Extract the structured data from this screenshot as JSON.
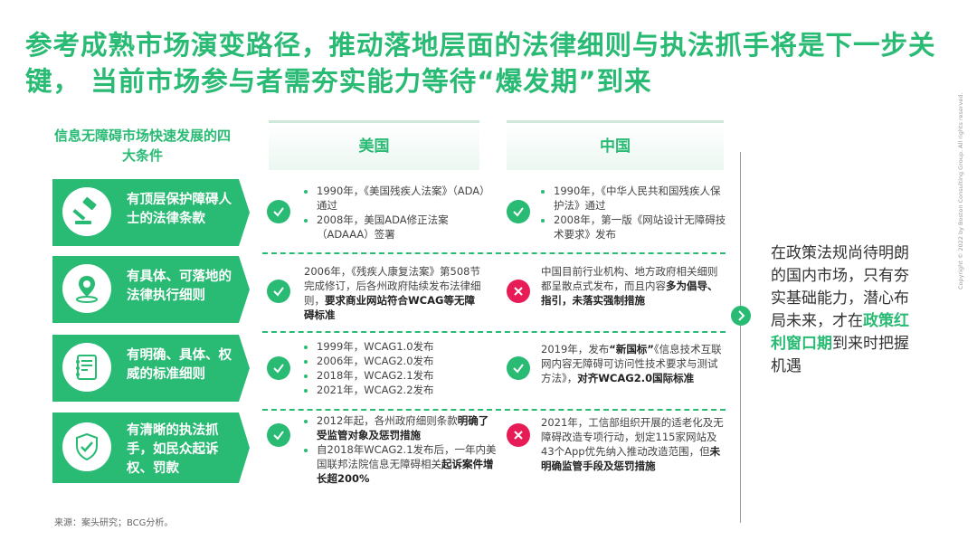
{
  "title": "参考成熟市场演变路径，推动落地层面的法律细则与执法抓手将是下一步关键， 当前市场参与者需夯实能力等待“爆发期”到来",
  "conditions_header": "信息无障碍市场快速发展的四大条件",
  "columns": {
    "usa": "美国",
    "china": "中国"
  },
  "rows": [
    {
      "condition": "有顶层保护障碍人士的法律条款",
      "icon": "gavel-icon",
      "usa_mark": "check",
      "usa_items": [
        "1990年，《美国残疾人法案》（ADA）通过",
        "2008年，美国ADA修正法案（ADAAA）签署"
      ],
      "china_mark": "check",
      "china_items": [
        "1990年，《中华人民共和国残疾人保护法》通过",
        "2008年，第一版《网站设计无障碍技术要求》发布"
      ]
    },
    {
      "condition": "有具体、可落地的法律执行细则",
      "icon": "location-pin-icon",
      "usa_mark": "check",
      "usa_text": {
        "plain": "2006年，《残疾人康复法案》第508节完成修订，后各州政府陆续发布法律细则，",
        "bold": "要求商业网站符合WCAG等无障碍标准"
      },
      "china_mark": "cross",
      "china_text": {
        "plain": "中国目前行业机构、地方政府相关细则都呈散点式发布，而且内容",
        "bold": "多为倡导、指引，未落实强制措施"
      }
    },
    {
      "condition": "有明确、具体、权威的标准细则",
      "icon": "document-icon",
      "usa_mark": "check",
      "usa_items": [
        "1999年，WCAG1.0发布",
        "2006年，WCAG2.0发布",
        "2018年，WCAG2.1发布",
        "2021年，WCAG2.2发布"
      ],
      "china_mark": "check",
      "china_text": {
        "plain": "2019年，发布",
        "bold1": "“新国标”",
        "plain2": "《信息技术互联网内容无障碍可访问性技术要求与测试方法》，",
        "bold2": "对齐WCAG2.0国际标准"
      }
    },
    {
      "condition": "有清晰的执法抓手，如民众起诉权、罚款",
      "icon": "shield-check-icon",
      "usa_mark": "check",
      "usa_items_rich": [
        {
          "plain": "2012年起，各州政府细则条款",
          "bold": "明确了受监管对象及惩罚措施"
        },
        {
          "plain": "自2018年WCAG2.1发布后，一年内美国联邦法院信息无障碍相关",
          "bold": "起诉案件增长超200%"
        }
      ],
      "china_mark": "cross",
      "china_text": {
        "plain": "2021年，工信部组织开展的适老化及无障碍改造专项行动，划定115家网站及43个App优先纳入推动改造范围，但",
        "bold": "未明确监管手段及惩罚措施"
      }
    }
  ],
  "summary": {
    "before": "在政策法规尚待明朗的国内市场，只有夯实基础能力，潜心布局未来，才在",
    "highlight": "政策红利窗口期",
    "after": "到来时把握机遇"
  },
  "source": "来源：案头研究；BCG分析。",
  "copyright": "Copyright © 2022 by Boston Consulting Group. All rights reserved.",
  "colors": {
    "accent": "#29ba74",
    "negative": "#e71c57"
  }
}
